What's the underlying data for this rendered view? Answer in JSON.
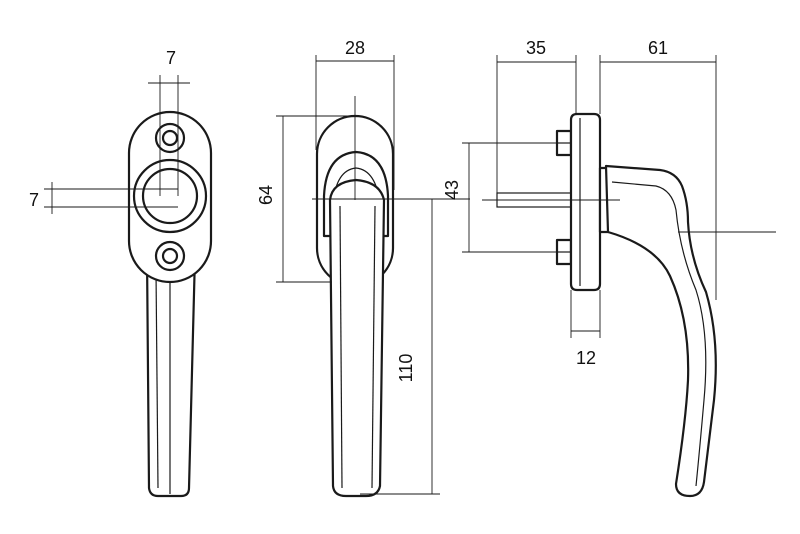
{
  "dimensions": {
    "front_bolt_spacing_horizontal": "7",
    "front_bolt_spacing_vertical": "7",
    "side_width": "28",
    "side_rose_height": "64",
    "side_handle_length": "110",
    "profile_spindle_length": "35",
    "profile_handle_projection": "61",
    "profile_screw_spacing": "43",
    "profile_rose_thickness": "12"
  },
  "colors": {
    "line": "#1a1a1a",
    "background": "#ffffff"
  }
}
